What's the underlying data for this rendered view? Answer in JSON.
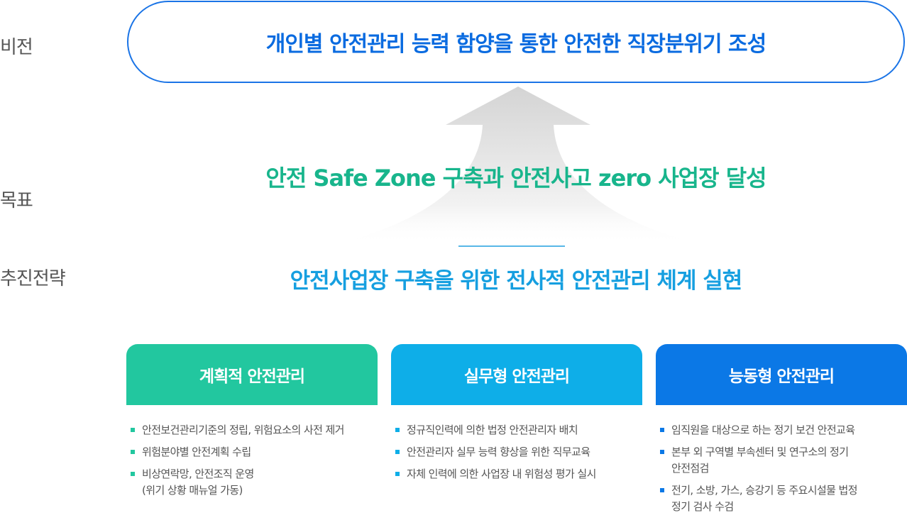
{
  "labels": {
    "vision": "비전",
    "goal": "목표",
    "strategy": "추진전략"
  },
  "vision": "개인별 안전관리 능력 함양을 통한 안전한 직장분위기 조성",
  "goal": "안전 Safe Zone 구축과 안전사고 zero 사업장 달성",
  "strategy": "안전사업장 구축을 위한 전사적 안전관리 체계 실현",
  "colors": {
    "vision": "#0a6be0",
    "goal": "#18b58c",
    "strategy": "#169fe0",
    "column_planned": "#22c79f",
    "column_practical": "#0eaee8",
    "column_active": "#0b78e6"
  },
  "columns": [
    {
      "title": "계획적 안전관리",
      "items": [
        {
          "lines": [
            "안전보건관리기준의 정립, 위험요소의 사전 제거"
          ]
        },
        {
          "lines": [
            "위험분야별 안전계획 수립"
          ]
        },
        {
          "lines": [
            "비상연락망, 안전조직 운영",
            "(위기 상황 매뉴얼 가동)"
          ]
        }
      ]
    },
    {
      "title": "실무형 안전관리",
      "items": [
        {
          "lines": [
            "정규직인력에 의한 법정 안전관리자 배치"
          ]
        },
        {
          "lines": [
            "안전관리자 실무 능력 향상을 위한 직무교육"
          ]
        },
        {
          "lines": [
            "자체 인력에 의한 사업장 내 위험성 평가 실시"
          ]
        }
      ]
    },
    {
      "title": "능동형 안전관리",
      "items": [
        {
          "lines": [
            "임직원을 대상으로 하는 정기 보건 안전교육"
          ]
        },
        {
          "lines": [
            "본부 외 구역별 부속센터 및 연구소의 정기",
            "안전점검"
          ]
        },
        {
          "lines": [
            "전기, 소방, 가스, 승강기 등 주요시설물 법정",
            "정기 검사 수검"
          ]
        }
      ]
    }
  ]
}
